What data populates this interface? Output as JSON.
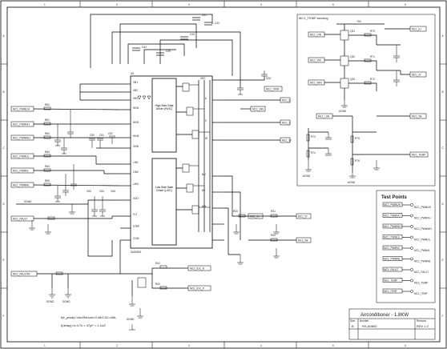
{
  "frame": {
    "col_numbers": [
      "1",
      "2",
      "3",
      "4",
      "5",
      "6"
    ],
    "row_letters": [
      "A",
      "B",
      "C",
      "D",
      "E",
      "F"
    ]
  },
  "sensing_block": {
    "title": "MC1_TEMP sensing",
    "inputs": [
      "MC1_UIN",
      "MC1_VIN",
      "MC1_WIN"
    ],
    "outputs": [
      "MC1_IU",
      "MC1_IV",
      "MC1_IW",
      "MC1_TEMP"
    ]
  },
  "driver": {
    "ic_ref": "U6",
    "high_side_label": "High Side Gate Driver (HVIC)",
    "low_side_label": "Low Side Gate Driver (LVIC)",
    "part_label": "SAS0801"
  },
  "left_inputs": [
    "MC1_PWMUH",
    "MC1_PWMVH",
    "MC1_PWMWH",
    "MC1_PWMUL",
    "MC1_PWMVL",
    "MC1_PWMWL",
    "MC1_FAULT",
    "MC1_FAULTIN"
  ],
  "motor_outputs": [
    "MC1_U",
    "MC1_V",
    "MC1_W"
  ],
  "right_nets": [
    "MC1_VIN",
    "MC1_ITRIP",
    "MC1_IU",
    "MC1_IV",
    "MC1_IW"
  ],
  "bottom_nets": [
    "MC1_IDC_N",
    "MC1_IDC_P"
  ],
  "test_points": {
    "title": "Test Points",
    "items": [
      "MC1_PWMUH",
      "MC1_PWMVH",
      "MC1_PWMWH",
      "MC1_PWMUL",
      "MC1_PWMVL",
      "MC1_PWMWL",
      "MC1_FAULT",
      "MC1_TEMP",
      "MC1_ITRIP"
    ]
  },
  "formula": {
    "line1": "f(tr_peak)=Vdc/Rshunt=0.45/0.01=45A",
    "line2": "f(delay)=τ=4.7k × 47pF = 2.2uS"
  },
  "title_block": {
    "title": "Airconditioner - 1.8KW",
    "size_label": "Size",
    "size_value": "B",
    "number_label": "Number",
    "number_value": "RS-A0800",
    "rev_label": "Revision",
    "rev_value": "REV 1.0"
  }
}
